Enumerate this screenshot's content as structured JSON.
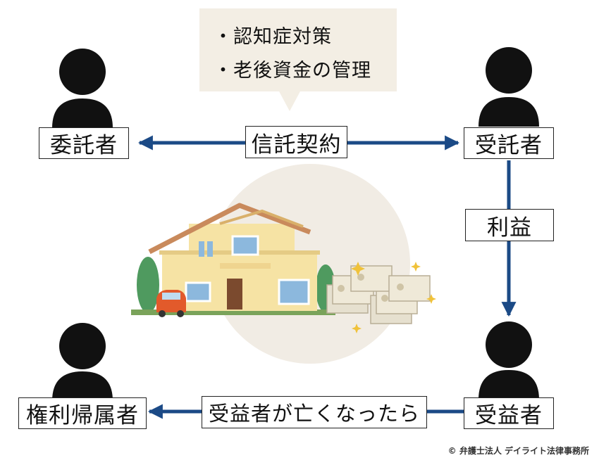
{
  "bubble": {
    "items": [
      "・認知症対策",
      "・老後資金の管理"
    ]
  },
  "nodes": {
    "settlor": "委託者",
    "trustee": "受託者",
    "beneficiary": "受益者",
    "remainder": "権利帰属者"
  },
  "edges": {
    "contract": "信託契約",
    "profit": "利益",
    "on_death": "受益者が亡くなったら"
  },
  "copyright": "© 弁護士法人 デイライト法律事務所",
  "colors": {
    "arrow": "#1b4a86",
    "person": "#111111",
    "bubble": "#f3eee4",
    "circle": "#f1ece4",
    "house_wall": "#f6e3a4",
    "roof": "#c98a5c",
    "car": "#e25a2b",
    "money": "#e6e0cf"
  },
  "icons": [
    "person-icon",
    "house-icon",
    "car-icon",
    "money-icon"
  ]
}
